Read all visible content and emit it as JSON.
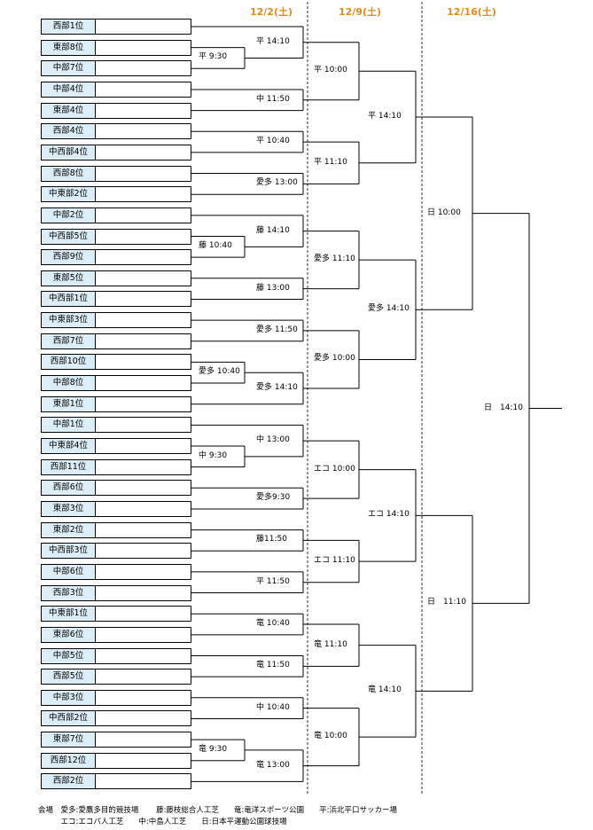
{
  "rounds": [
    "12/2(土)",
    "12/9(土)",
    "12/16(土)"
  ],
  "teams": [
    "西部1位",
    "東部8位",
    "中部7位",
    "中部4位",
    "東部4位",
    "西部4位",
    "中西部4位",
    "西部8位",
    "中東部2位",
    "中部2位",
    "中西部5位",
    "西部9位",
    "東部5位",
    "中西部1位",
    "中東部3位",
    "西部7位",
    "西部10位",
    "中部8位",
    "東部1位",
    "中部1位",
    "中東部4位",
    "西部11位",
    "西部6位",
    "東部3位",
    "東部2位",
    "中西部3位",
    "中部6位",
    "西部3位",
    "中東部1位",
    "東部6位",
    "中部5位",
    "西部5位",
    "中部3位",
    "中西部2位",
    "東部7位",
    "西部12位",
    "西部2位"
  ],
  "matches": {
    "r0": [
      "平 9:30",
      "藤 10:40",
      "愛多 10:40",
      "中 9:30",
      "竜 9:30"
    ],
    "r1": [
      "平 14:10",
      "中 11:50",
      "平 10:40",
      "愛多 13:00",
      "藤 14:10",
      "藤 13:00",
      "愛多 11:50",
      "愛多 14:10",
      "中 13:00",
      "愛多9:30",
      "藤11:50",
      "平 11:50",
      "竜 10:40",
      "竜 11:50",
      "中 10:40",
      "竜 13:00"
    ],
    "r2": [
      "平 10:00",
      "平 11:10",
      "愛多 11:10",
      "愛多 10:00",
      "エコ 10:00",
      "エコ 11:10",
      "竜 11:10",
      "竜 10:00"
    ],
    "r3": [
      "平 14:10",
      "愛多 14:10",
      "エコ 14:10",
      "竜 14:10"
    ],
    "r4": [
      "日 10:00",
      "日　11:10"
    ],
    "r5": [
      "日　14:10"
    ]
  },
  "legend": {
    "line1": "会場　愛多:愛鷹多目的競技場　　 藤:藤枝総合人工芝　　竜:竜洋スポーツ公園　　平:浜北平口サッカー場",
    "line2": "　　　エコ:エコパ人工芝　　中:中島人工芝　　日:日本平運動公園球技場"
  }
}
